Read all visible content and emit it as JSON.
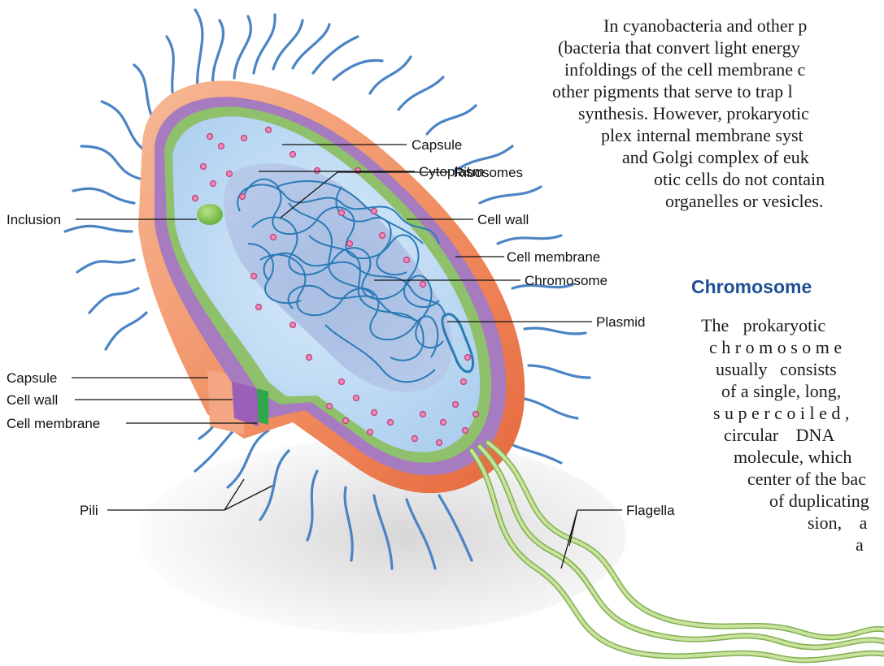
{
  "paragraph_top": [
    "In cyanobacteria and other p",
    "(bacteria that convert light energy",
    "infoldings of the cell membrane c",
    "other pigments that serve to trap l",
    "synthesis. However, prokaryotic",
    "plex internal membrane syst",
    "and Golgi complex of euk",
    "otic cells do not contain",
    "organelles or vesicles."
  ],
  "section_heading": "Chromosome",
  "paragraph_chromosome": [
    "The prokaryotic",
    "c h r o m o s o m e",
    "usually consists",
    "of a single, long,",
    "s u p e r c o i l e d ,",
    "circular DNA",
    "molecule, which",
    "center of the bac",
    "of duplicating",
    "sion, a",
    "a"
  ],
  "labels": {
    "capsule_top": "Capsule",
    "cytoplasm": "Cytoplasm",
    "ribosomes": "Ribosomes",
    "inclusion": "Inclusion",
    "cell_wall_right": "Cell wall",
    "cell_membrane_right": "Cell membrane",
    "chromosome": "Chromosome",
    "plasmid": "Plasmid",
    "capsule_left": "Capsule",
    "cell_wall_left": "Cell wall",
    "cell_membrane_left": "Cell membrane",
    "pili": "Pili",
    "flagella": "Flagella"
  },
  "colors": {
    "heading": "#1f4e97",
    "capsule": "#f08a5d",
    "cell_wall": "#a77bbf",
    "cell_membrane": "#8fc06b",
    "cytoplasm": "#bcdaf3",
    "dna": "#2a7bb5",
    "pili": "#4a84c4",
    "flagella": "#a9d07a",
    "ribosome": "#d64f8a",
    "inclusion": "#7cc143"
  }
}
